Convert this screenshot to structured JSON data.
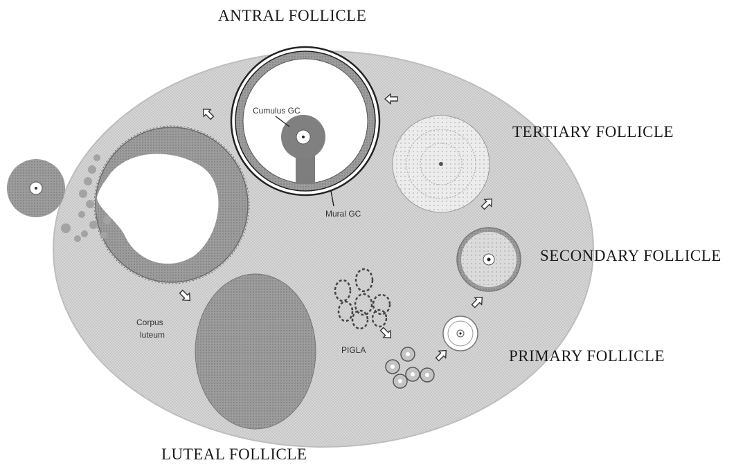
{
  "labels": {
    "antral": "ANTRAL FOLLICLE",
    "tertiary": "TERTIARY FOLLICLE",
    "secondary": "SECONDARY FOLLICLE",
    "primary": "PRIMARY FOLLICLE",
    "luteal": "LUTEAL FOLLICLE",
    "cumulus": "Cumulus GC",
    "mural": "Mural GC",
    "corpus_line1": "Corpus",
    "corpus_line2": "luteum",
    "pgla": "PIGLA"
  },
  "colors": {
    "ovary_fill": "#cfcfcf",
    "dark_gray": "#8e8e8e",
    "mid_gray": "#a9a9a9",
    "light_gray": "#dedede",
    "outline": "#1f1f1f"
  }
}
